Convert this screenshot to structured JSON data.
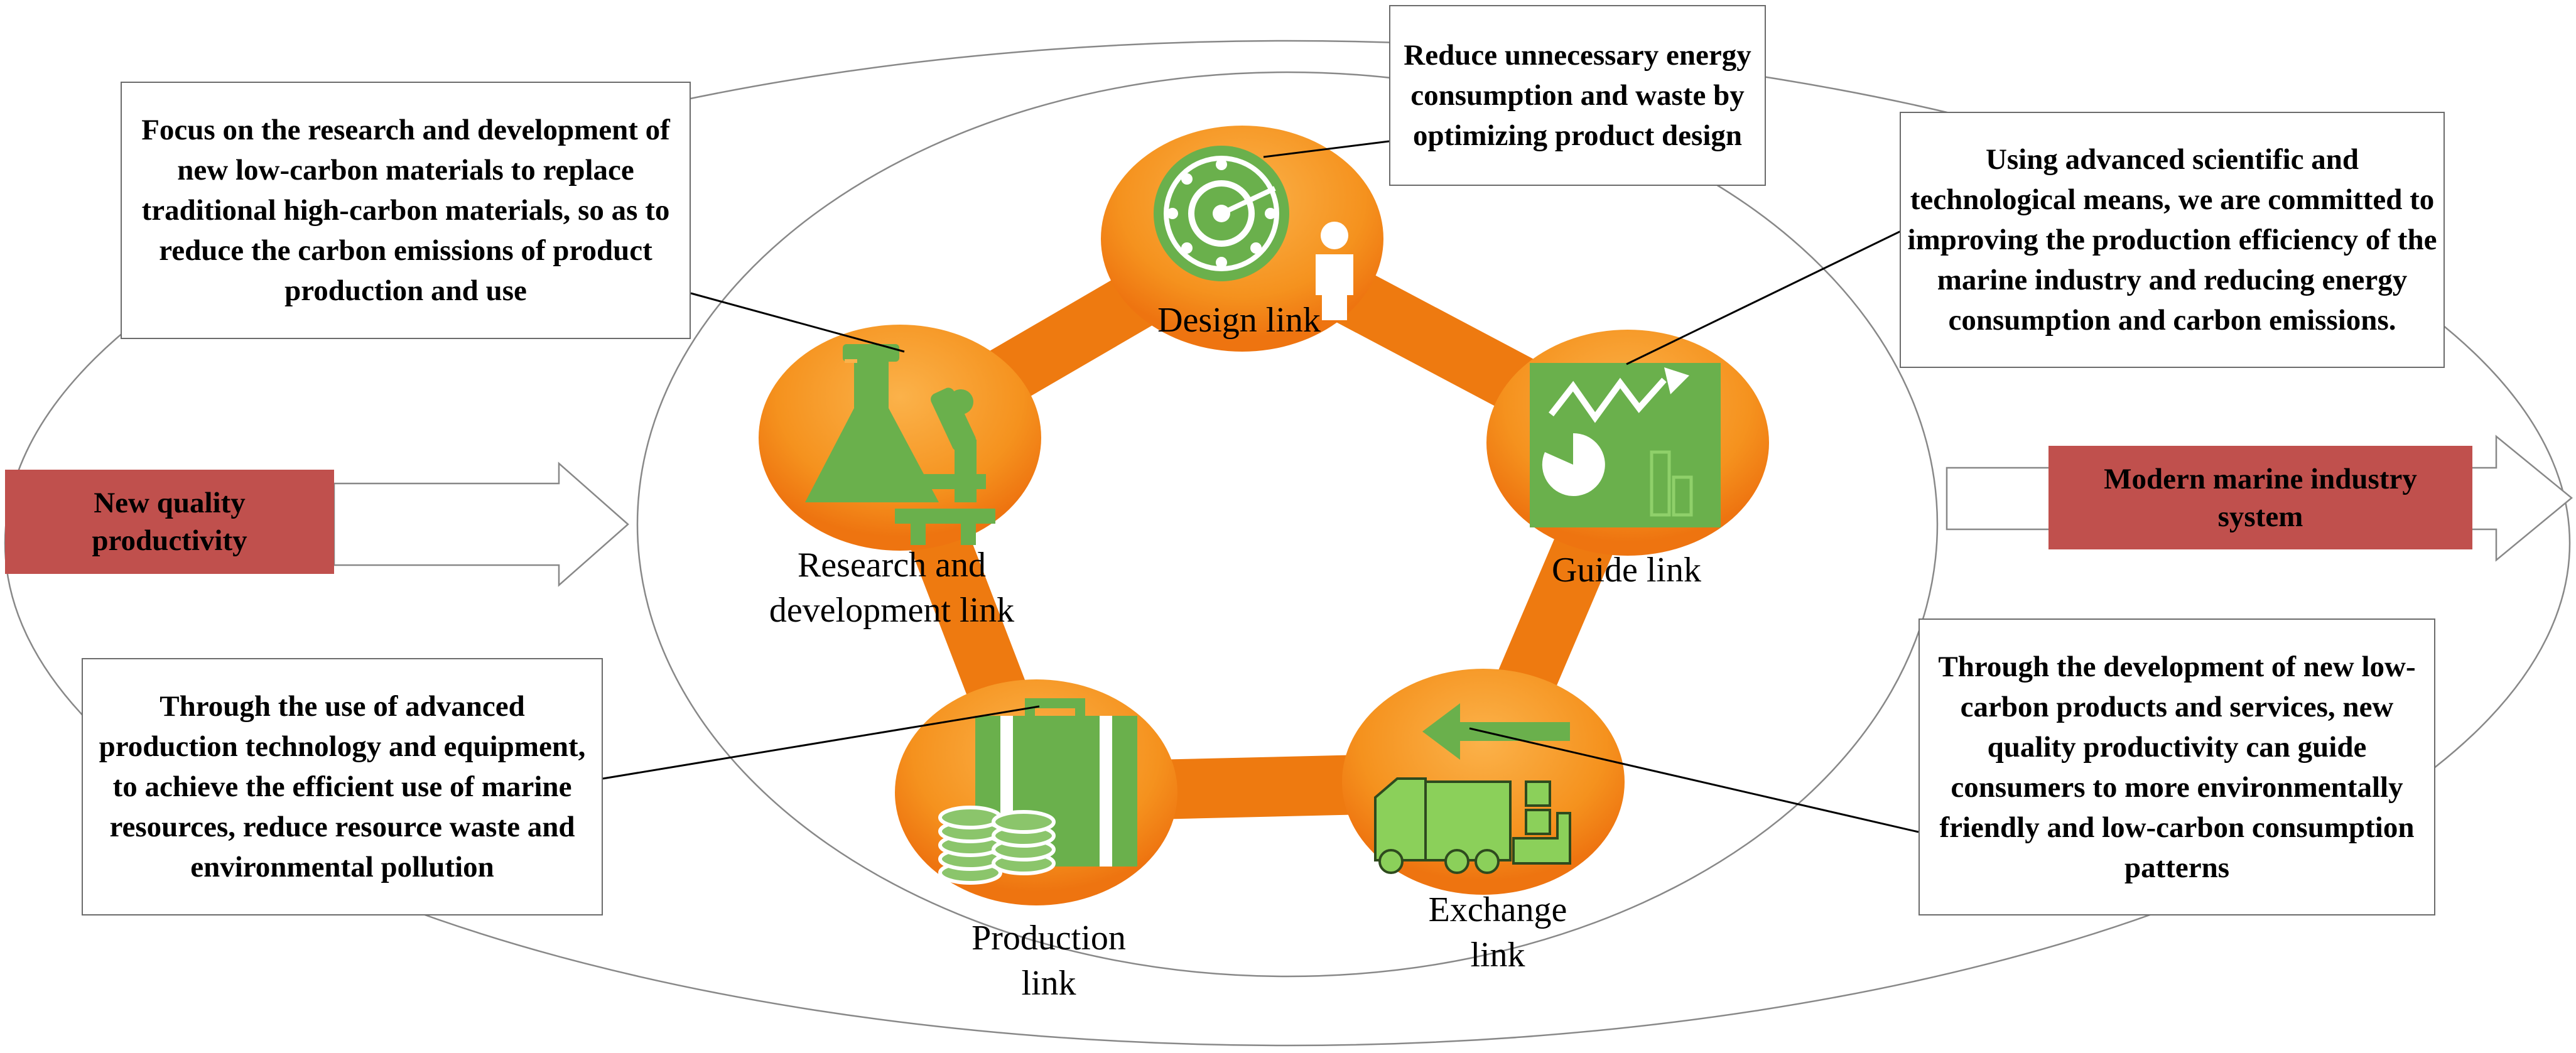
{
  "inputs": {
    "left_label": "New quality productivity",
    "right_label": "Modern marine industry system"
  },
  "nodes": {
    "design": {
      "label": "Design link",
      "icon": "target-person-icon"
    },
    "research": {
      "label": "Research and development link",
      "icon": "flask-microscope-icon"
    },
    "guide": {
      "label": "Guide link",
      "icon": "growth-chart-icon"
    },
    "production": {
      "label": "Production link",
      "icon": "suitcase-coins-icon"
    },
    "exchange": {
      "label": "Exchange link",
      "icon": "truck-arrow-icon"
    }
  },
  "callouts": {
    "design": "Reduce unnecessary energy consumption and waste by optimizing product design",
    "research": "Focus on the research and development of new low-carbon materials to replace traditional high-carbon materials, so as to reduce the carbon emissions of product production and use",
    "guide": "Using advanced scientific and technological means, we are committed to improving the production efficiency of the marine industry and reducing energy consumption and carbon emissions.",
    "production": "Through the use of advanced production technology and equipment, to achieve the efficient use of marine resources, reduce resource waste and environmental pollution",
    "exchange": "Through the development of new low-carbon products and services, new quality productivity can guide consumers to more environmentally friendly and low-carbon consumption patterns"
  },
  "colors": {
    "orange": "#f07a10",
    "orange_light": "#fbb24a",
    "green": "#6ab04c",
    "red": "#c0504d",
    "line": "#888888"
  }
}
